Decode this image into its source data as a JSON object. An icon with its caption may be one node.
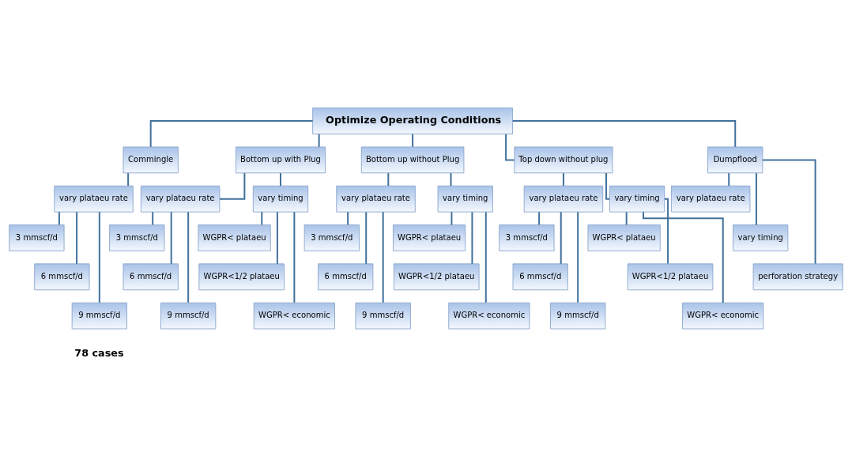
{
  "diagram": {
    "nodes": [
      {
        "text": [
          "Optimize Operating Conditions"
        ]
      },
      {
        "text": [
          "Commingle"
        ]
      },
      {
        "text": [
          "Bottom up with Plug"
        ]
      },
      {
        "text": [
          "Bottom up without Plug"
        ]
      },
      {
        "text": [
          "Top down without plug"
        ]
      },
      {
        "text": [
          "Dumpflood"
        ]
      },
      {
        "text": [
          "vary plataeu rate"
        ]
      },
      {
        "text": [
          "3 mmscf/d"
        ]
      },
      {
        "text": [
          "6 mmscf/d"
        ]
      },
      {
        "text": [
          "9 mmscf/d"
        ]
      },
      {
        "text": [
          "vary plataeu rate"
        ]
      },
      {
        "text": [
          "vary timing"
        ]
      },
      {
        "text": [
          "3 mmscf/d"
        ]
      },
      {
        "text": [
          "6 mmscf/d"
        ]
      },
      {
        "text": [
          "9 mmscf/d"
        ]
      },
      {
        "text": [
          "WGPR< plataeu"
        ]
      },
      {
        "text": [
          "WGPR<1/2 plataeu"
        ]
      },
      {
        "text": [
          "WGPR< economic"
        ]
      },
      {
        "text": [
          "vary plataeu rate"
        ]
      },
      {
        "text": [
          "vary timing"
        ]
      },
      {
        "text": [
          "3 mmscf/d"
        ]
      },
      {
        "text": [
          "6 mmscf/d"
        ]
      },
      {
        "text": [
          "9 mmscf/d"
        ]
      },
      {
        "text": [
          "WGPR< plataeu"
        ]
      },
      {
        "text": [
          "WGPR<1/2 plataeu"
        ]
      },
      {
        "text": [
          "WGPR< economic"
        ]
      },
      {
        "text": [
          "vary plataeu rate"
        ]
      },
      {
        "text": [
          "vary timing"
        ]
      },
      {
        "text": [
          "3 mmscf/d"
        ]
      },
      {
        "text": [
          "6 mmscf/d"
        ]
      },
      {
        "text": [
          "9 mmscf/d"
        ]
      },
      {
        "text": [
          "WGPR< plataeu"
        ]
      },
      {
        "text": [
          "WGPR<1/2 plataeu"
        ]
      },
      {
        "text": [
          "WGPR< economic"
        ]
      },
      {
        "text": [
          "vary plataeu rate"
        ]
      },
      {
        "text": [
          "vary timing"
        ]
      },
      {
        "text": [
          "perforation strategy"
        ]
      }
    ],
    "edges": [
      {
        "from": 0,
        "to": 1,
        "arrow": "none"
      },
      {
        "from": 0,
        "to": 2,
        "arrow": "none"
      },
      {
        "from": 0,
        "to": 3,
        "arrow": "none"
      },
      {
        "from": 0,
        "to": 4,
        "arrow": "none"
      },
      {
        "from": 0,
        "to": 5,
        "arrow": "none"
      },
      {
        "from": 1,
        "to": 6,
        "arrow": "none"
      },
      {
        "from": 6,
        "to": 7,
        "arrow": "none"
      },
      {
        "from": 6,
        "to": 8,
        "arrow": "none"
      },
      {
        "from": 6,
        "to": 9,
        "arrow": "none"
      },
      {
        "from": 2,
        "to": 10,
        "arrow": "none"
      },
      {
        "from": 2,
        "to": 11,
        "arrow": "none"
      },
      {
        "from": 10,
        "to": 12,
        "arrow": "none"
      },
      {
        "from": 10,
        "to": 13,
        "arrow": "none"
      },
      {
        "from": 10,
        "to": 14,
        "arrow": "none"
      },
      {
        "from": 11,
        "to": 15,
        "arrow": "none"
      },
      {
        "from": 11,
        "to": 16,
        "arrow": "none"
      },
      {
        "from": 11,
        "to": 17,
        "arrow": "none"
      },
      {
        "from": 3,
        "to": 18,
        "arrow": "none"
      },
      {
        "from": 3,
        "to": 19,
        "arrow": "none"
      },
      {
        "from": 18,
        "to": 20,
        "arrow": "none"
      },
      {
        "from": 18,
        "to": 21,
        "arrow": "none"
      },
      {
        "from": 18,
        "to": 22,
        "arrow": "none"
      },
      {
        "from": 19,
        "to": 23,
        "arrow": "none"
      },
      {
        "from": 19,
        "to": 24,
        "arrow": "none"
      },
      {
        "from": 19,
        "to": 25,
        "arrow": "none"
      },
      {
        "from": 4,
        "to": 26,
        "arrow": "none"
      },
      {
        "from": 4,
        "to": 27,
        "arrow": "none"
      },
      {
        "from": 26,
        "to": 28,
        "arrow": "none"
      },
      {
        "from": 26,
        "to": 29,
        "arrow": "none"
      },
      {
        "from": 26,
        "to": 30,
        "arrow": "none"
      },
      {
        "from": 27,
        "to": 31,
        "arrow": "none"
      },
      {
        "from": 27,
        "to": 32,
        "arrow": "none"
      },
      {
        "from": 27,
        "to": 33,
        "arrow": "none"
      },
      {
        "from": 5,
        "to": 34,
        "arrow": "none"
      },
      {
        "from": 5,
        "to": 35,
        "arrow": "none"
      },
      {
        "from": 5,
        "to": 36,
        "arrow": "none"
      }
    ],
    "labels": [
      "78 cases"
    ]
  }
}
